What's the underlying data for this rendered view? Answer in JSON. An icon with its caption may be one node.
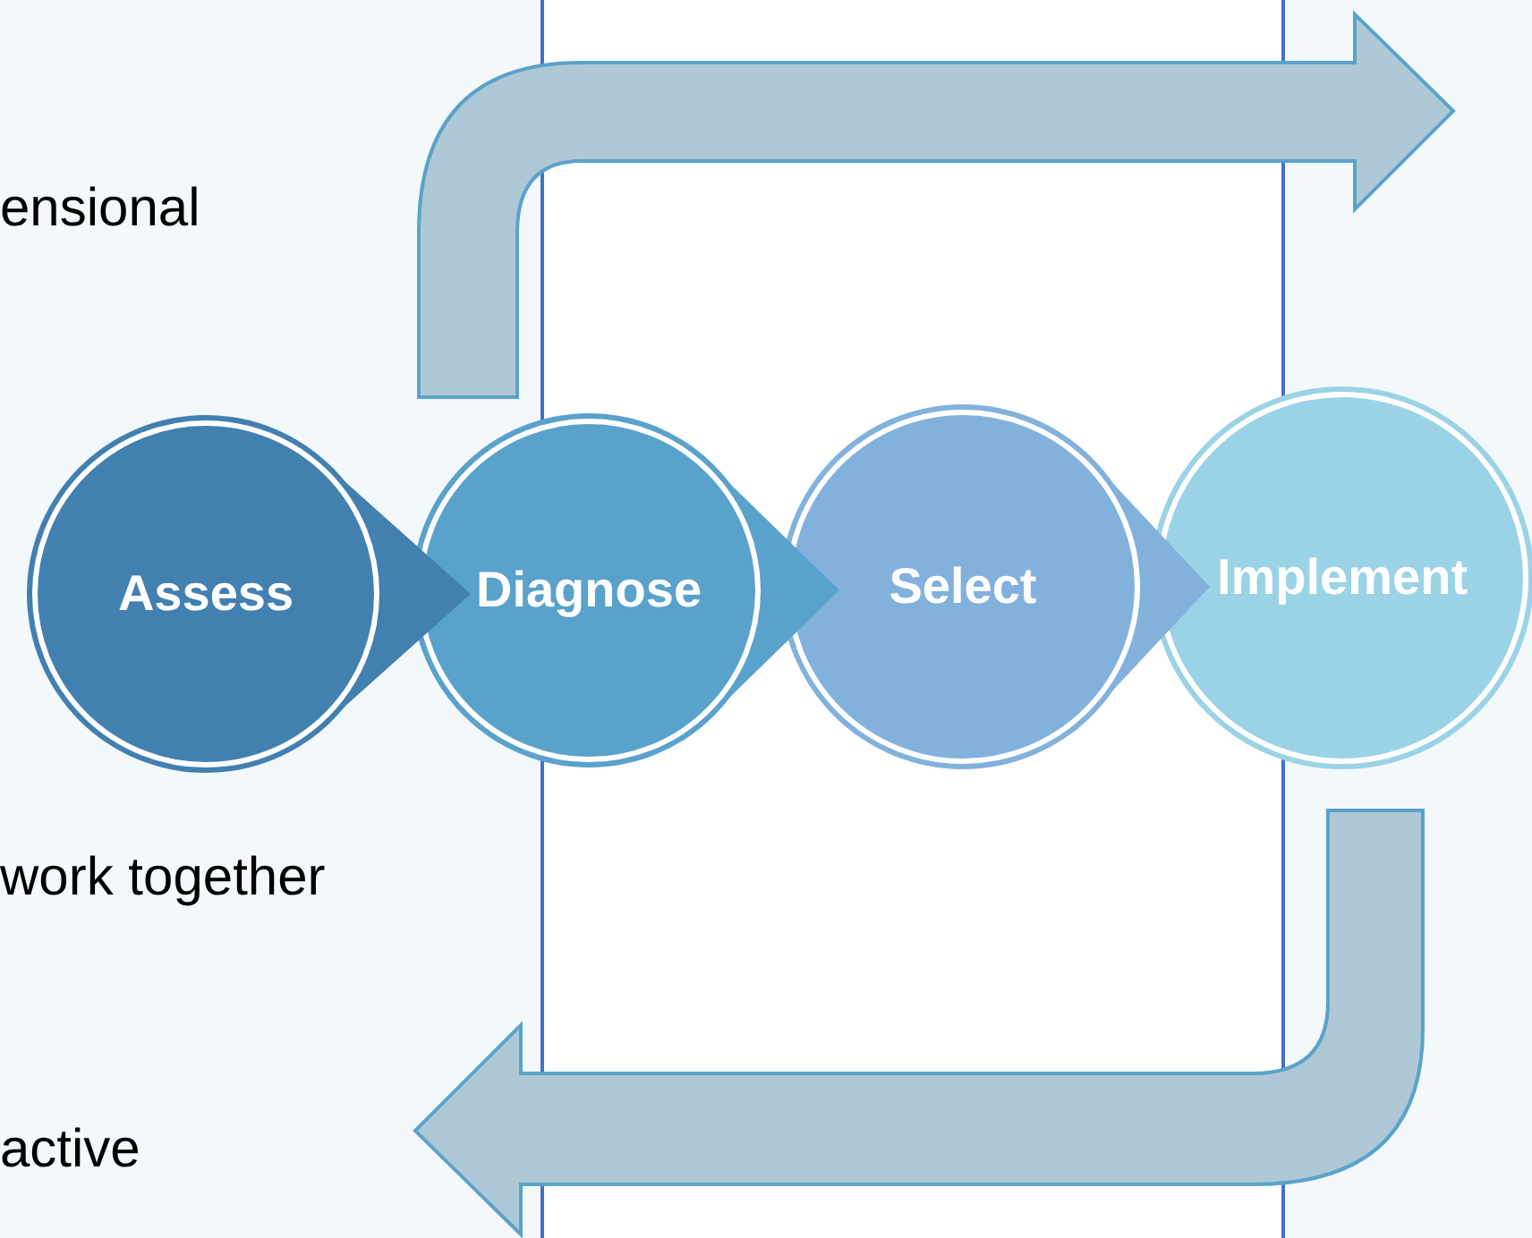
{
  "diagram": {
    "nodes": [
      {
        "text": [
          "Assess"
        ]
      },
      {
        "text": [
          "Diagnose"
        ]
      },
      {
        "text": [
          "Select"
        ]
      },
      {
        "text": [
          "Implement"
        ]
      }
    ],
    "edges": [
      {
        "from": 0,
        "to": 1,
        "arrow": "to"
      },
      {
        "from": 1,
        "to": 2,
        "arrow": "to"
      },
      {
        "from": 2,
        "to": 3,
        "arrow": "to"
      },
      {
        "from": 1,
        "to": null,
        "arrow": "to"
      },
      {
        "from": 3,
        "to": null,
        "arrow": "to"
      }
    ],
    "labels": [
      "ensional",
      "work together",
      "active"
    ]
  }
}
